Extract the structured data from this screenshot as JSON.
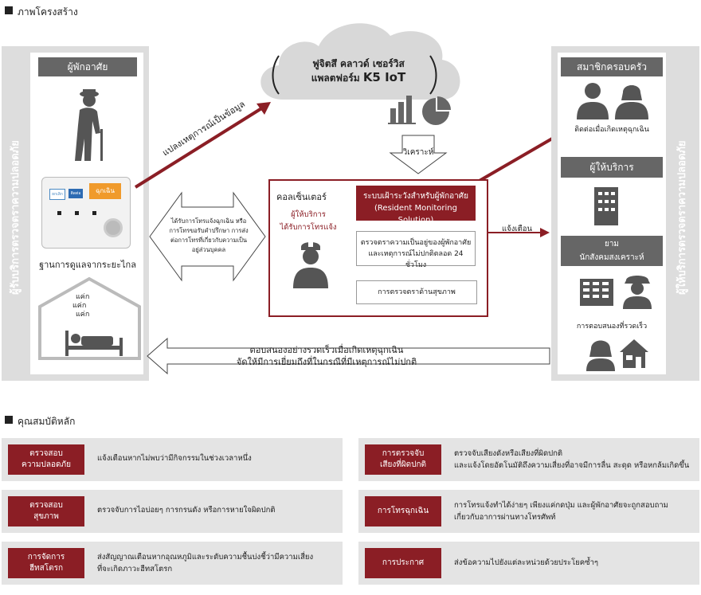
{
  "section1": {
    "title": "ภาพโครงสร้าง"
  },
  "cloud": {
    "line1": "ฟูจิตสึ คลาวด์ เซอร์วิส",
    "line2": "แพลตฟอร์ม",
    "line3": "K5 IoT"
  },
  "analysis_label": "วิเคราะห์",
  "left_panel": {
    "vertical_label": "ผู้รับบริการตรวจตราความปลอดภัย",
    "header": "ผู้พักอาศัย",
    "device_buttons": [
      "ยกเลิก",
      "ติดต่อ",
      "ฉุกเฉิน"
    ],
    "station_label": "ฐานการดูแลจากระยะไกล",
    "knock": [
      "แค่ก",
      "แค่ก",
      "แค่ก"
    ]
  },
  "arrow_data_label": "แปลงเหตุการณ์เป็นข้อมูล",
  "consult_text": "ได้รับการโทรแจ้งฉุกเฉิน หรือการโทรขอรับคำปรึกษา การส่งต่อการโทรที่เกี่ยวกับความเป็นอยู่ส่วนบุคคล",
  "call_center": {
    "title": "คอลเซ็นเตอร์",
    "operator_line1": "ผู้ให้บริการ",
    "operator_line2": "ได้รับการโทรแจ้ง",
    "rms_line1": "ระบบเฝ้าระวังสำหรับผู้พักอาศัย",
    "rms_line2": "(Resident Monitoring Solution)",
    "monitor_line1": "ตรวจตราความเป็นอยู่ของผู้พักอาศัย",
    "monitor_line2": "และเหตุการณ์ไม่ปกติตลอด 24 ชั่วโมง",
    "health_label": "การตรวจตราด้านสุขภาพ"
  },
  "notify_label": "แจ้งเตือน",
  "right_panel": {
    "vertical_label": "ผู้ให้บริการตรวจตราความปลอดภัย",
    "family_header": "สมาชิกครอบครัว",
    "family_caption": "ติดต่อเมื่อเกิดเหตุฉุกเฉิน",
    "provider_header": "ผู้ให้บริการ",
    "guard_header_line1": "ยาม",
    "guard_header_line2": "นักสังคมสงเคราะห์",
    "guard_caption": "การตอบสนองที่รวดเร็ว"
  },
  "bottom_arrow": {
    "line1": "ตอบสนองอย่างรวดเร็วเมื่อเกิดเหตุฉุกเฉิน",
    "line2": "จัดให้มีการเยี่ยมถึงที่ในกรณีที่มีเหตุการณ์ไม่ปกติ"
  },
  "section2": {
    "title": "คุณสมบัติหลัก"
  },
  "features": [
    {
      "tag1": "ตรวจสอบ",
      "tag2": "ความปลอดภัย",
      "desc1": "แจ้งเตือนหากไม่พบว่ามีกิจกรรมในช่วงเวลาหนึ่ง",
      "desc2": ""
    },
    {
      "tag1": "การตรวจจับ",
      "tag2": "เสียงที่ผิดปกติ",
      "desc1": "ตรวจจับเสียงดังหรือเสียงที่ผิดปกติ",
      "desc2": "และแจ้งโดยอัตโนมัติถึงความเสี่ยงที่อาจมีการลื่น สะดุด หรือหกล้มเกิดขึ้น"
    },
    {
      "tag1": "ตรวจสอบ",
      "tag2": "สุขภาพ",
      "desc1": "ตรวจจับการไอบ่อยๆ การกรนดัง หรือการหายใจผิดปกติ",
      "desc2": ""
    },
    {
      "tag1": "การโทรฉุกเฉิน",
      "tag2": "",
      "desc1": "การโทรแจ้งทำได้ง่ายๆ เพียงแค่กดปุ่ม และผู้พักอาศัยจะถูกสอบถาม",
      "desc2": "เกี่ยวกับอาการผ่านทางโทรศัพท์"
    },
    {
      "tag1": "การจัดการ",
      "tag2": "ฮีทสโตรก",
      "desc1": "ส่งสัญญาณเตือนหากอุณหภูมิและระดับความชื้นบ่งชี้ว่ามีความเสี่ยง",
      "desc2": "ที่จะเกิดภาวะฮีทสโตรก"
    },
    {
      "tag1": "การประกาศ",
      "tag2": "",
      "desc1": "ส่งข้อความไปยังแต่ละหน่วยด้วยประโยคซ้ำๆ",
      "desc2": ""
    }
  ],
  "colors": {
    "accent": "#8b1e25",
    "panel": "#dddddd",
    "header": "#666666"
  }
}
